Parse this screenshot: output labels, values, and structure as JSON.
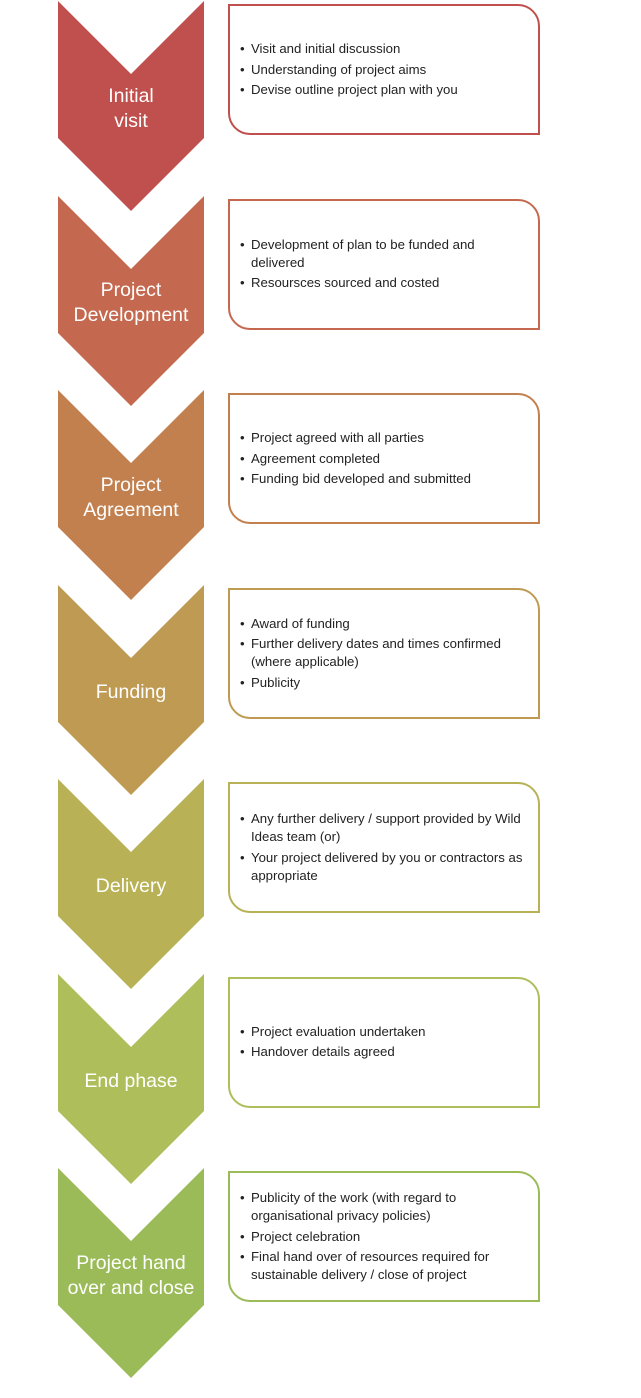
{
  "steps": [
    {
      "title": "Initial\nvisit",
      "color": "#c0504d",
      "bullets": [
        "Visit and initial discussion",
        "Understanding of project aims",
        "Devise outline project plan with you"
      ]
    },
    {
      "title": "Project\nDevelopment",
      "color": "#c4694f",
      "bullets": [
        "Development of plan to be funded and delivered",
        "Resoursces sourced and costed"
      ]
    },
    {
      "title": "Project\nAgreement",
      "color": "#c2804f",
      "bullets": [
        "Project agreed with all parties",
        "Agreement completed",
        "Funding bid developed and submitted"
      ]
    },
    {
      "title": "Funding",
      "color": "#bf9a52",
      "bullets": [
        "Award of funding",
        "Further delivery dates and times confirmed (where applicable)",
        "Publicity"
      ]
    },
    {
      "title": "Delivery",
      "color": "#b8b156",
      "bullets": [
        "Any further delivery / support provided by Wild Ideas team (or)",
        "Your project delivered by you or contractors as appropriate"
      ]
    },
    {
      "title": "End phase",
      "color": "#aebe5a",
      "bullets": [
        "Project evaluation undertaken",
        "Handover details agreed"
      ]
    },
    {
      "title": "Project hand\nover and close",
      "color": "#9bbb59",
      "bullets": [
        "Publicity of the work (with regard to organisational privacy policies)",
        "Project celebration",
        "Final hand over of resources required for sustainable delivery / close of project"
      ]
    }
  ]
}
